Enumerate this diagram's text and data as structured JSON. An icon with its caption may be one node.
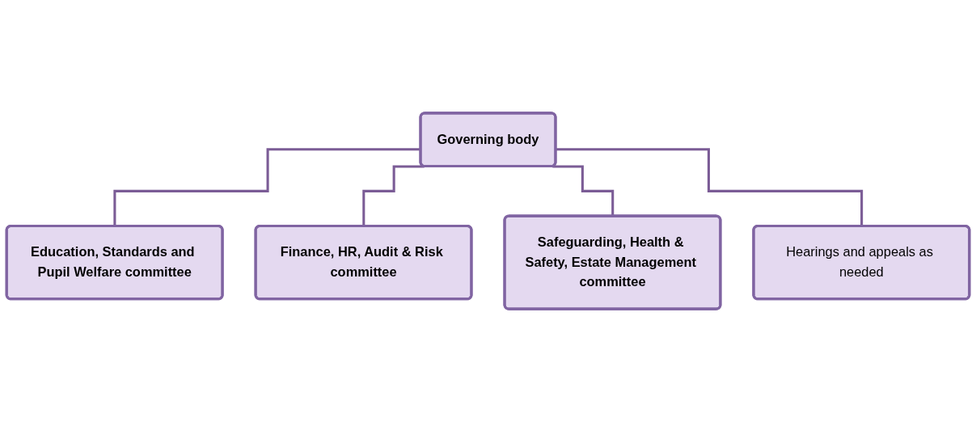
{
  "diagram": {
    "nodes": [
      {
        "text": [
          "Governing body"
        ]
      },
      {
        "text": [
          "Education, Standards and Pupil Welfare committee"
        ]
      },
      {
        "text": [
          "Finance, HR, Audit & Risk committee"
        ]
      },
      {
        "text": [
          "Safeguarding, Health & Safety, Estate Management committee"
        ]
      },
      {
        "text": [
          "Hearings and appeals as needed"
        ]
      }
    ],
    "edges": [
      {
        "from": 0,
        "to": 1,
        "arrow": "none"
      },
      {
        "from": 0,
        "to": 2,
        "arrow": "none"
      },
      {
        "from": 0,
        "to": 3,
        "arrow": "none"
      },
      {
        "from": 0,
        "to": 4,
        "arrow": "none"
      }
    ]
  }
}
